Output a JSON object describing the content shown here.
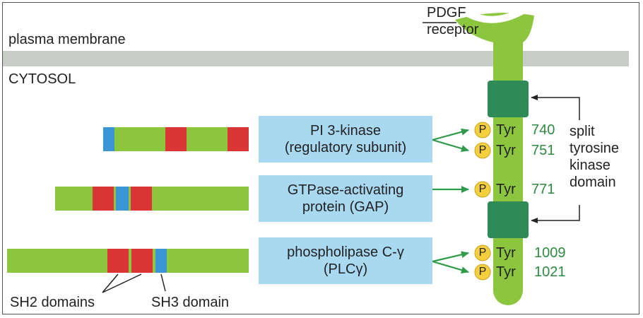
{
  "labels": {
    "receptor_line1": "PDGF",
    "receptor_line2": "receptor",
    "membrane": "plasma membrane",
    "cytosol": "CYTOSOL",
    "kinase_line1": "split",
    "kinase_line2": "tyrosine",
    "kinase_line3": "kinase",
    "kinase_line4": "domain",
    "sh2": "SH2 domains",
    "sh3": "SH3 domain"
  },
  "proteins": [
    {
      "line1": "PI 3-kinase",
      "line2": "(regulatory subunit)"
    },
    {
      "line1": "GTPase-activating",
      "line2": "protein (GAP)"
    },
    {
      "line1": "phospholipase C-γ",
      "line2": "(PLCγ)"
    }
  ],
  "sites": [
    {
      "p": "P",
      "residue": "Tyr",
      "number": "740"
    },
    {
      "p": "P",
      "residue": "Tyr",
      "number": "751"
    },
    {
      "p": "P",
      "residue": "Tyr",
      "number": "771"
    },
    {
      "p": "P",
      "residue": "Tyr",
      "number": "1009"
    },
    {
      "p": "P",
      "residue": "Tyr",
      "number": "1021"
    }
  ],
  "colors": {
    "green": "#8cc63f",
    "dark_green": "#2e8b57",
    "membrane": "#c8cdc8",
    "sh2_red": "#d93535",
    "sh3_blue": "#3a95d4",
    "box_blue": "#a9d8f1",
    "arrow_green": "#2e9a4a",
    "p_yellow": "#f5cf3e"
  }
}
